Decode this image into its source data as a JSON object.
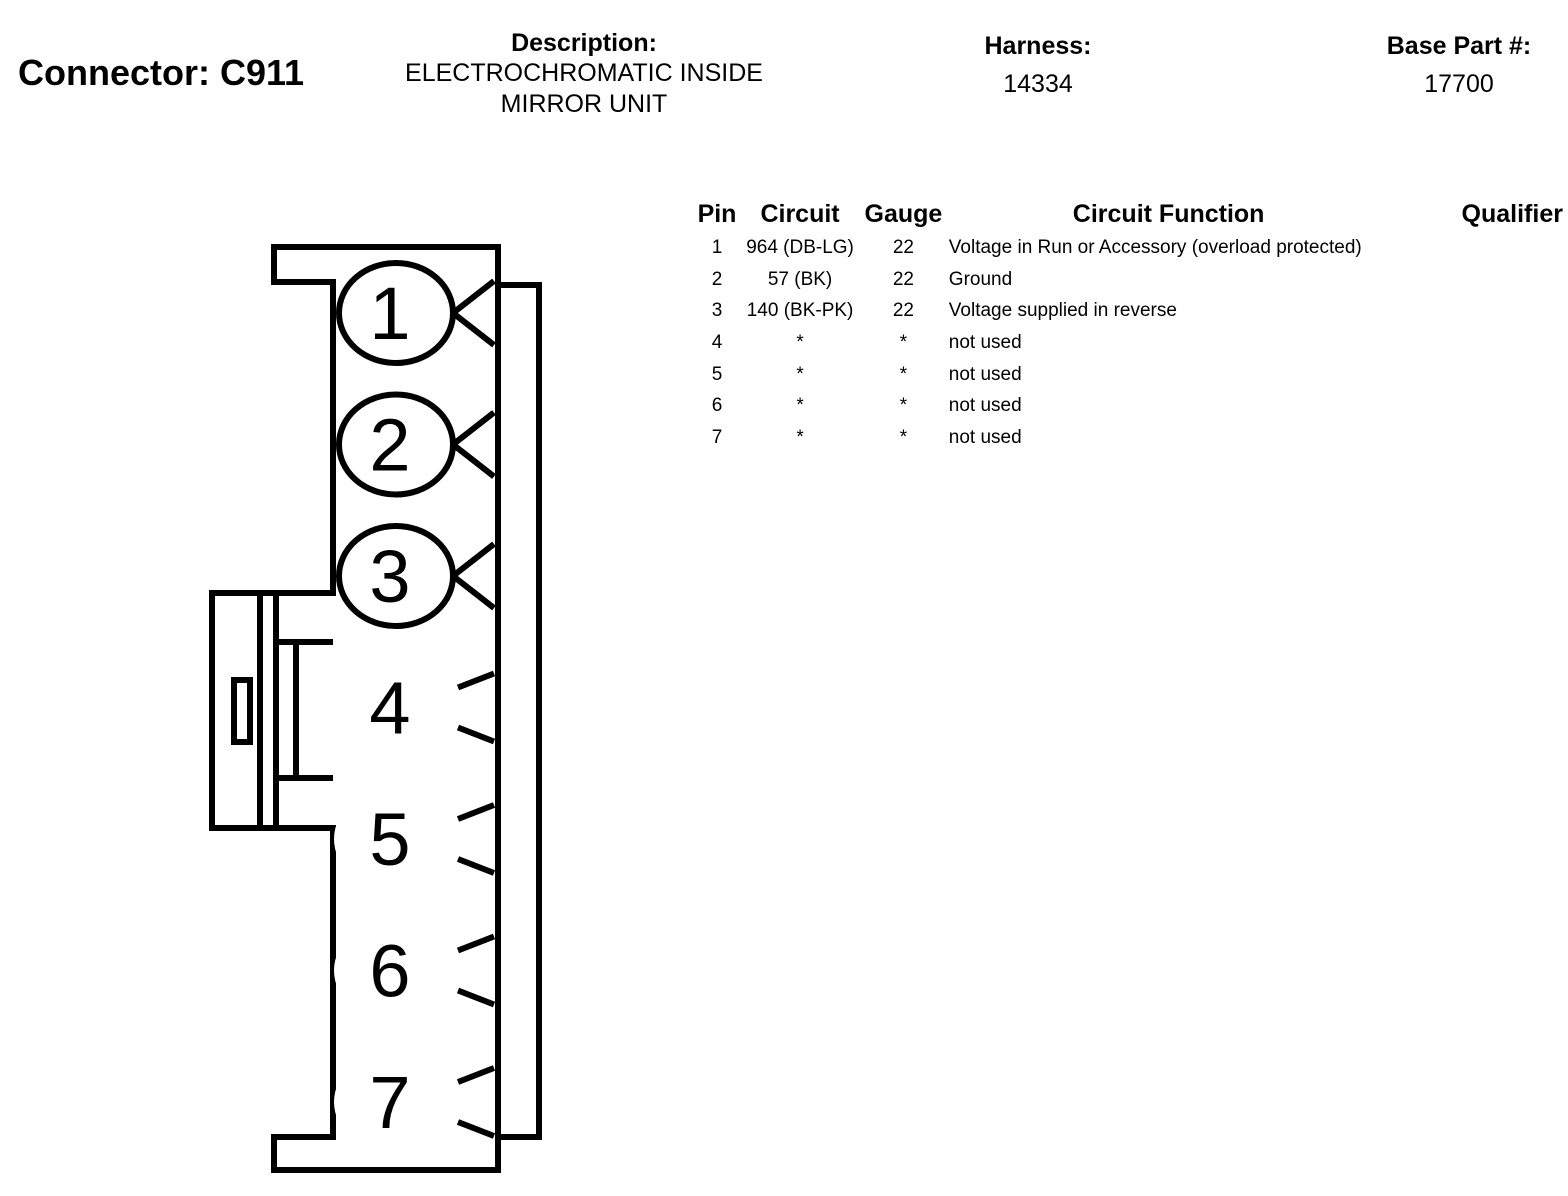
{
  "connector": {
    "label": "Connector: C911"
  },
  "description": {
    "label": "Description:",
    "lines": [
      "ELECTROCHROMATIC INSIDE",
      "MIRROR UNIT"
    ]
  },
  "harness": {
    "label": "Harness:",
    "value": "14334"
  },
  "base_part": {
    "label": "Base Part #:",
    "value": "17700"
  },
  "table": {
    "headers": {
      "pin": "Pin",
      "circuit": "Circuit",
      "gauge": "Gauge",
      "function": "Circuit Function",
      "qualifier": "Qualifier"
    },
    "rows": [
      {
        "pin": "1",
        "circuit": "964 (DB-LG)",
        "gauge": "22",
        "function": "Voltage in Run or Accessory (overload protected)",
        "qualifier": ""
      },
      {
        "pin": "2",
        "circuit": "57 (BK)",
        "gauge": "22",
        "function": "Ground",
        "qualifier": ""
      },
      {
        "pin": "3",
        "circuit": "140 (BK-PK)",
        "gauge": "22",
        "function": "Voltage supplied in reverse",
        "qualifier": ""
      },
      {
        "pin": "4",
        "circuit": "*",
        "gauge": "*",
        "function": "not used",
        "qualifier": ""
      },
      {
        "pin": "5",
        "circuit": "*",
        "gauge": "*",
        "function": "not used",
        "qualifier": ""
      },
      {
        "pin": "6",
        "circuit": "*",
        "gauge": "*",
        "function": "not used",
        "qualifier": ""
      },
      {
        "pin": "7",
        "circuit": "*",
        "gauge": "*",
        "function": "not used",
        "qualifier": ""
      }
    ]
  },
  "diagram": {
    "pins": [
      {
        "number": "1",
        "used": true
      },
      {
        "number": "2",
        "used": true
      },
      {
        "number": "3",
        "used": true
      },
      {
        "number": "4",
        "used": false
      },
      {
        "number": "5",
        "used": false
      },
      {
        "number": "6",
        "used": false
      },
      {
        "number": "7",
        "used": false
      }
    ]
  }
}
